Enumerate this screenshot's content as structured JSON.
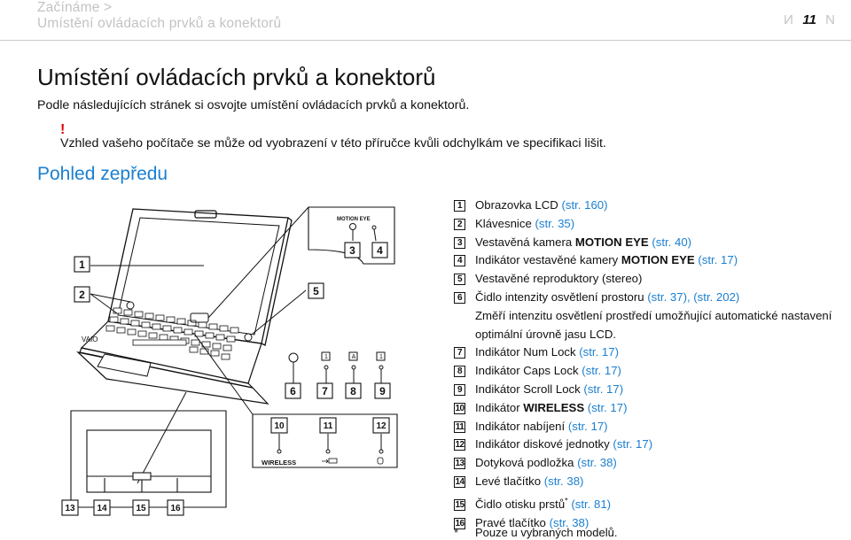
{
  "header": {
    "breadcrumb_1": "Začínáme >",
    "breadcrumb_2": "Umístění ovládacích prvků a konektorů",
    "page_number": "11",
    "prev_symbol": "N",
    "next_symbol": "N"
  },
  "title": "Umístění ovládacích prvků a konektorů",
  "intro": "Podle následujících stránek si osvojte umístění ovládacích prvků a konektorů.",
  "warning": {
    "mark": "!",
    "text": "Vzhled vašeho počítače se může od vyobrazení v této příručce kvůli odchylkám ve specifikaci lišit."
  },
  "section_title": "Pohled zepředu",
  "figure": {
    "callouts": [
      "1",
      "2",
      "3",
      "4",
      "5",
      "6",
      "7",
      "8",
      "9",
      "10",
      "11",
      "12",
      "13",
      "14",
      "15",
      "16"
    ],
    "camera_label": "MOTION EYE",
    "wireless_label": "WIRELESS",
    "brand_label": "VAIO",
    "indicator_glyphs": [
      "1",
      "A",
      "1"
    ]
  },
  "legend": [
    {
      "num": "1",
      "text": "Obrazovka LCD",
      "ref": "(str. 160)"
    },
    {
      "num": "2",
      "text": "Klávesnice",
      "ref": "(str. 35)"
    },
    {
      "num": "3",
      "text": "Vestavěná kamera ",
      "bold": "MOTION EYE",
      "ref": "(str. 40)"
    },
    {
      "num": "4",
      "text": "Indikátor vestavěné kamery ",
      "bold": "MOTION EYE",
      "ref": "(str. 17)"
    },
    {
      "num": "5",
      "text": "Vestavěné reproduktory (stereo)"
    },
    {
      "num": "6",
      "text": "Čidlo intenzity osvětlení prostoru",
      "ref": "(str. 37), (str. 202)",
      "desc": "Změří intenzitu osvětlení prostředí umožňující automatické nastavení optimální úrovně jasu LCD."
    },
    {
      "num": "7",
      "text": "Indikátor Num Lock",
      "ref": "(str. 17)"
    },
    {
      "num": "8",
      "text": "Indikátor Caps Lock",
      "ref": "(str. 17)"
    },
    {
      "num": "9",
      "text": "Indikátor Scroll Lock",
      "ref": "(str. 17)"
    },
    {
      "num": "10",
      "text": "Indikátor ",
      "bold": "WIRELESS",
      "ref": "(str. 17)"
    },
    {
      "num": "11",
      "text": "Indikátor nabíjení",
      "ref": "(str. 17)"
    },
    {
      "num": "12",
      "text": "Indikátor diskové jednotky",
      "ref": "(str. 17)"
    },
    {
      "num": "13",
      "text": "Dotyková podložka",
      "ref": "(str. 38)"
    },
    {
      "num": "14",
      "text": "Levé tlačítko",
      "ref": "(str. 38)"
    },
    {
      "num": "15",
      "text": "Čidlo otisku prstů",
      "sup": "*",
      "ref": "(str. 81)"
    },
    {
      "num": "16",
      "text": "Pravé tlačítko",
      "ref": "(str. 38)"
    }
  ],
  "footnote": {
    "mark": "*",
    "text": "Pouze u vybraných modelů."
  }
}
